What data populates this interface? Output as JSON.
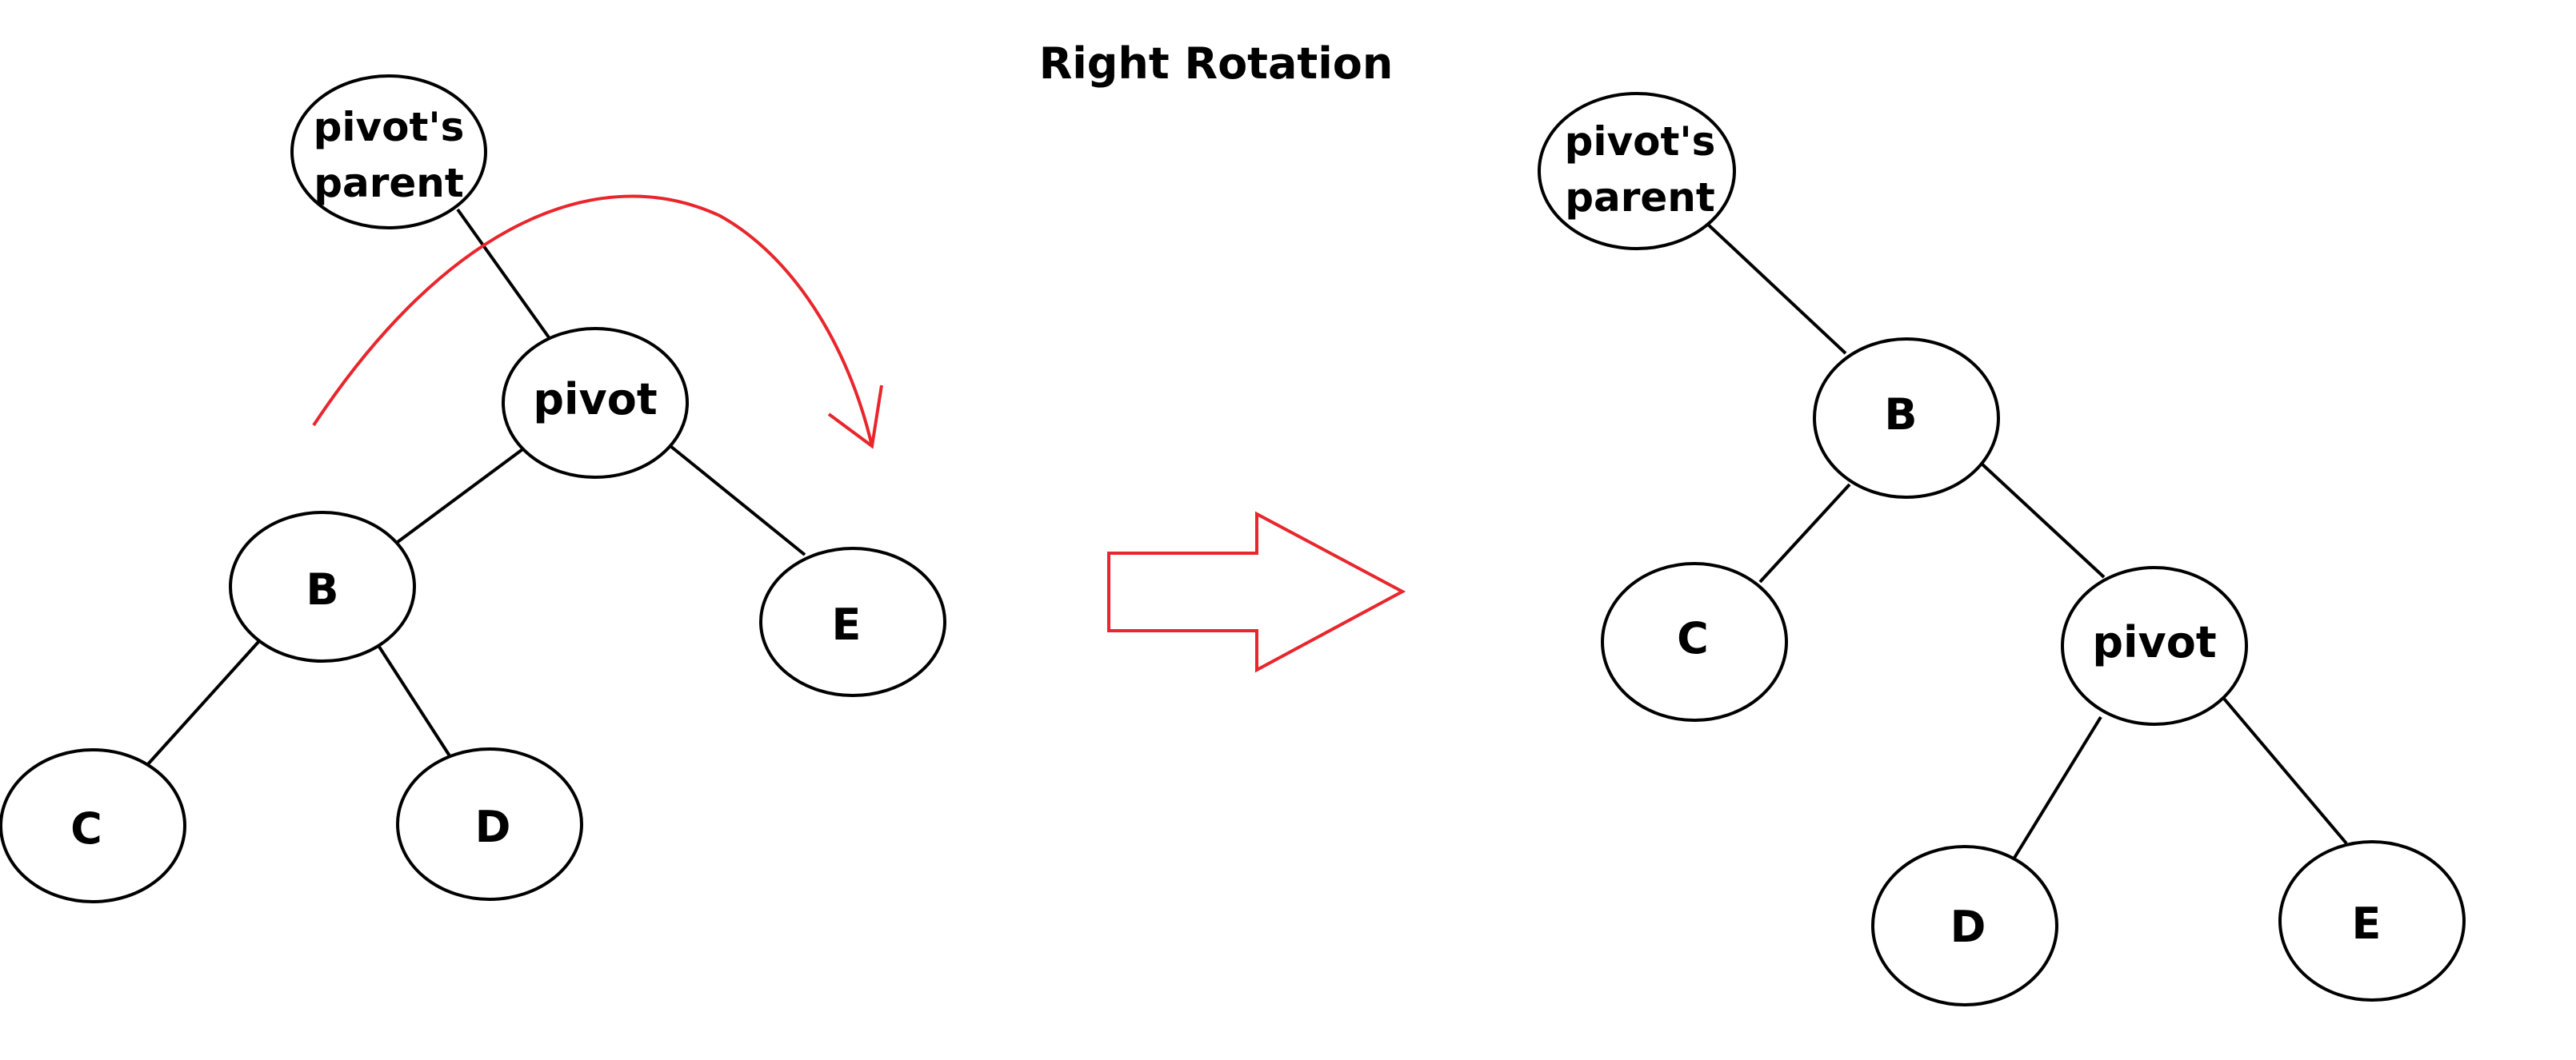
{
  "title": "Right Rotation",
  "colors": {
    "accent": "#e8262c",
    "line": "#000000",
    "background": "#ffffff"
  },
  "icons": {
    "transition_arrow": "right-block-arrow-icon",
    "rotation_arrow": "curved-rotation-arrow-icon"
  },
  "before": {
    "nodes": {
      "pivots_parent_line1": "pivot's",
      "pivots_parent_line2": "parent",
      "pivot": "pivot",
      "b": "B",
      "e": "E",
      "c": "C",
      "d": "D"
    }
  },
  "after": {
    "nodes": {
      "pivots_parent_line1": "pivot's",
      "pivots_parent_line2": "parent",
      "b": "B",
      "c": "C",
      "pivot": "pivot",
      "d": "D",
      "e": "E"
    }
  }
}
